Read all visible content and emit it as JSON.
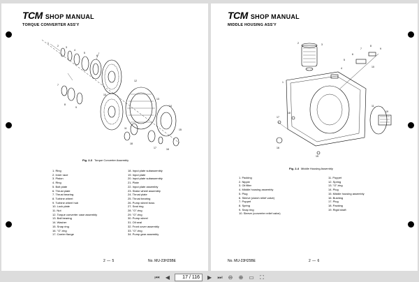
{
  "left_page": {
    "logo": "TCM",
    "manual": "SHOP MANUAL",
    "section": "TORQUE CONVERTER ASS'Y",
    "figure_no": "Fig. 2-3",
    "figure_title": "Torque Converter Assembly",
    "legend_col1": [
      "1.  Ring",
      "2.  Inner race",
      "3.  Piston",
      "4.  Ring",
      "5.  Bolt plate",
      "6.  Thrust plate",
      "7.  Thrust bearing",
      "8.  Turbine wheel",
      "9.  Turbine wheel hub",
      "10. Lock plate",
      "11. Nut",
      "12. Torque converter case assembly",
      "13. Ball bearing",
      "14. Washer",
      "15. Snap ring",
      "16. \"O\"-ring",
      "17. Carrier flange"
    ],
    "legend_col2": [
      "18. Input plate subassembly",
      "19. Input plate",
      "20. Input plate subassembly",
      "21. Plate",
      "22. Input plate assembly",
      "23. Stator wheel assembly",
      "24. Thrust plate",
      "25. Thrust bearing",
      "26. Pump wheel boss",
      "27. Seal ring",
      "28. \"O\"-ring",
      "29. \"O\"-ring",
      "30. Pump wheel",
      "31. Oil seal",
      "32. Front cover assembly",
      "33. \"O\"-ring",
      "34. Pump gear assembly"
    ],
    "page_number": "2 — 5",
    "doc_number": "No. MU-23H25BE"
  },
  "right_page": {
    "logo": "TCM",
    "manual": "SHOP MANUAL",
    "section": "MIDDLE HOUSING ASS'Y",
    "figure_no": "Fig. 2-4",
    "figure_title": "Middle Housing Assembly",
    "legend_col1": [
      "1.  Packing",
      "2.  Nipple",
      "3.  Oil filter",
      "4.  Middle housing assembly",
      "5.  Plug",
      "6.  Sleeve (clutch relief valve)",
      "7.  Poppet",
      "8.  Spring",
      "9.  Snap ring",
      "10. Sleeve (converter relief valve)"
    ],
    "legend_col2": [
      "11. Poppet",
      "12. Spring",
      "13. \"O\"-ring",
      "14. Plug",
      "15. Middle housing assembly",
      "16. Bushing",
      "17. Plug",
      "18. Packing",
      "19. Rigid shaft"
    ],
    "page_number": "2 — 6",
    "doc_number": "No. MU-23H25BE"
  },
  "toolbar": {
    "current_page": "17",
    "total_pages": "/ 116"
  },
  "icons": [
    "first-page-icon",
    "prev-page-icon",
    "next-page-icon",
    "last-page-icon",
    "zoom-out-icon",
    "zoom-in-icon",
    "fit-page-icon",
    "fullscreen-icon"
  ]
}
